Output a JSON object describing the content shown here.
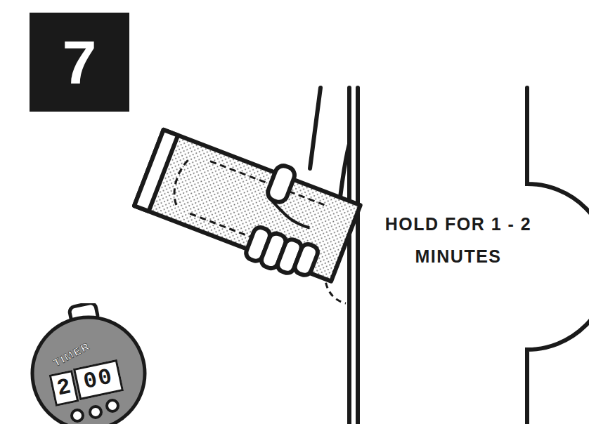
{
  "diagram": {
    "nodes": [
      {
        "text": [
          "7"
        ]
      },
      {
        "text": [
          "TIMER",
          "2",
          "00"
        ]
      }
    ],
    "labels": [
      "HOLD FOR 1 - 2 MINUTES"
    ]
  }
}
